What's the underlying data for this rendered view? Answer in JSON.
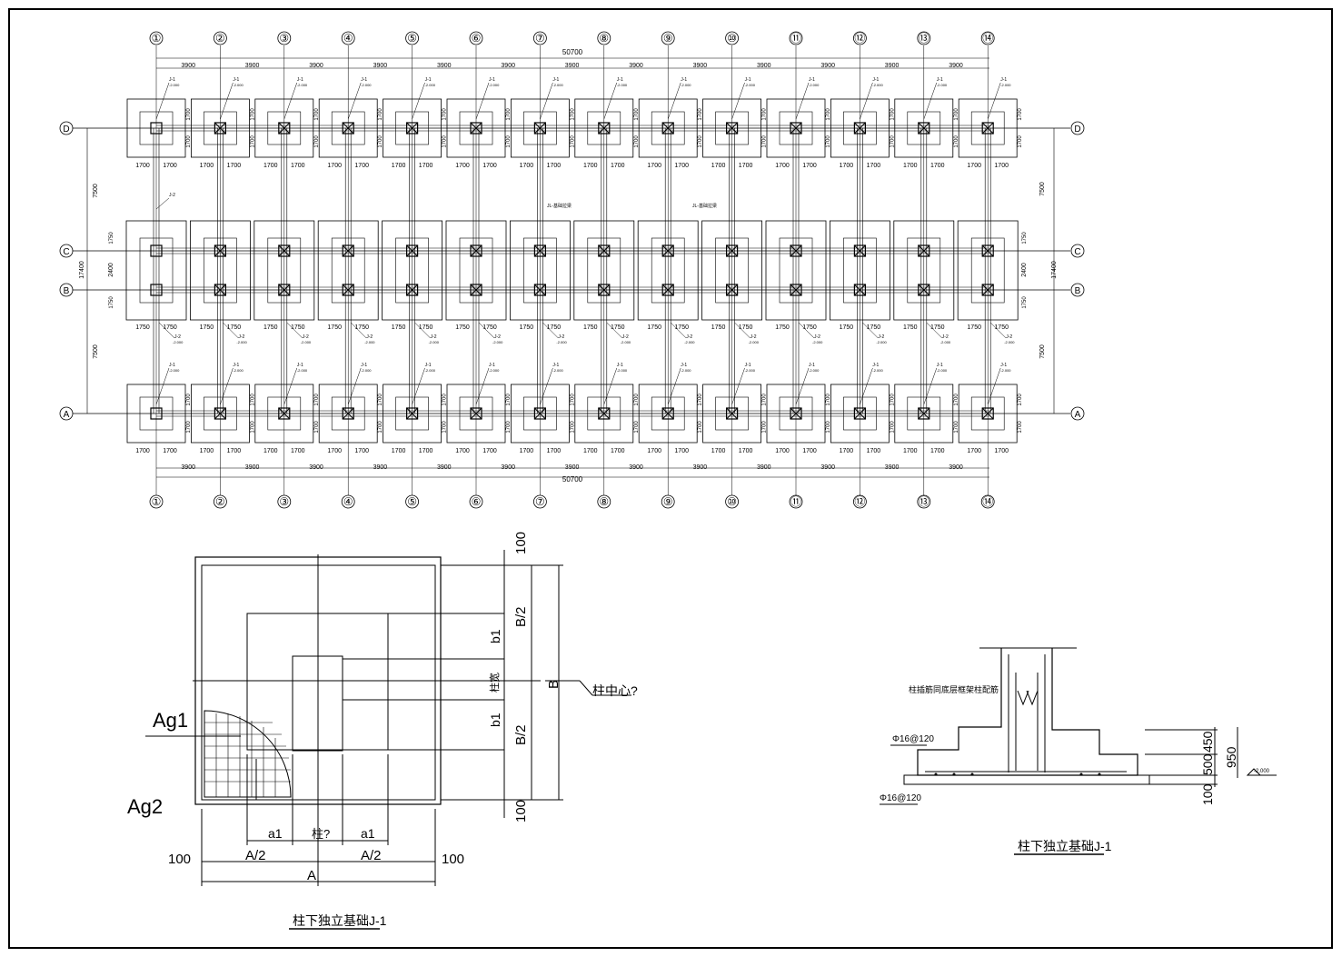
{
  "plan": {
    "axis_numbers": [
      "①",
      "②",
      "③",
      "④",
      "⑤",
      "⑥",
      "⑦",
      "⑧",
      "⑨",
      "⑩",
      "⑪",
      "⑫",
      "⑬",
      "⑭"
    ],
    "axis_letters": [
      "D",
      "C",
      "B",
      "A"
    ],
    "bay_dim": "3900",
    "total_dim": "50700",
    "half_width_d": "1700",
    "half_width_bc": "1750",
    "span_da": "7500",
    "span_cb": "2400",
    "total_depth": "17400",
    "footing_tag_1": "J-1",
    "footing_tag_2": "J-2",
    "elevation": "-2.000",
    "beam_note_1": "JL-基础拉梁",
    "beam_note_2": "JL-基础拉梁"
  },
  "detail1": {
    "title": "柱下独立基础J-1",
    "label_ag1": "Ag1",
    "label_ag2": "Ag2",
    "dim_100": "100",
    "label_a": "A",
    "label_a_half": "A/2",
    "label_b": "B",
    "label_b_half": "B/2",
    "label_a1": "a1",
    "label_b1": "b1",
    "label_column": "柱?",
    "label_column_v": "柱宽",
    "label_center": "柱中心?"
  },
  "detail2": {
    "title": "柱下独立基础J-1",
    "note": "柱插筋同底层框架柱配筋",
    "rebar": "Φ16@120",
    "dim_500": "500",
    "dim_450": "450",
    "dim_950": "950",
    "dim_100": "100",
    "elevation": "-2.000"
  }
}
